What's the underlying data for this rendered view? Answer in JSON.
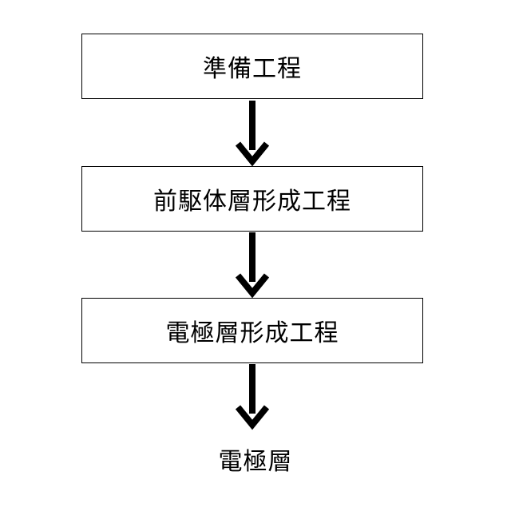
{
  "steps": [
    {
      "label": "準備工程"
    },
    {
      "label": "前駆体層形成工程"
    },
    {
      "label": "電極層形成工程"
    }
  ],
  "result": {
    "label": "電極層"
  },
  "colors": {
    "stroke": "#000000",
    "background": "#ffffff"
  }
}
